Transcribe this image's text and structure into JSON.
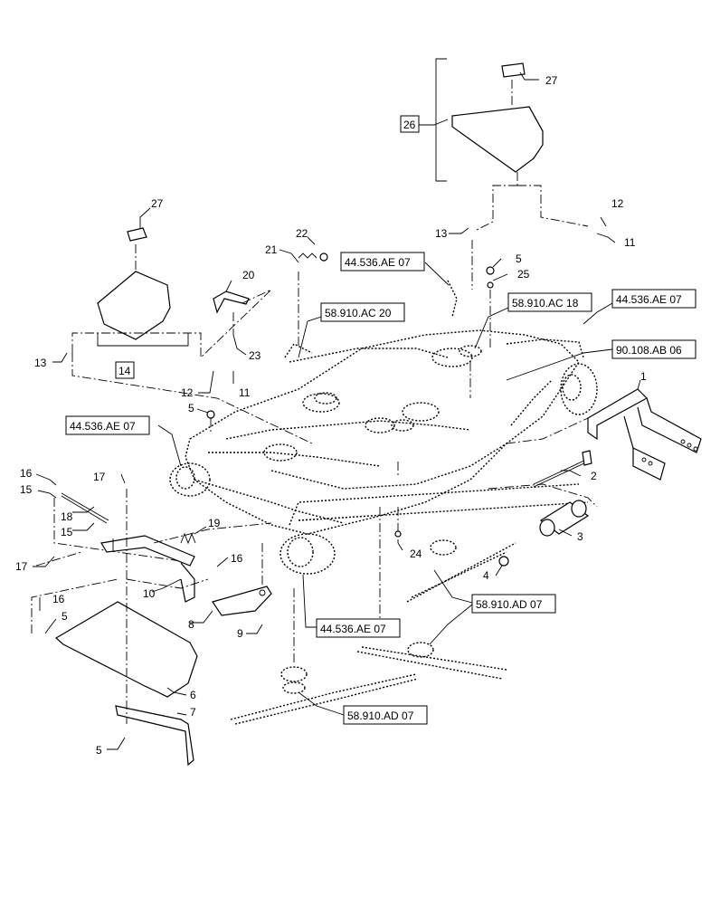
{
  "diagram": {
    "callouts": {
      "c1": "1",
      "c2": "2",
      "c3": "3",
      "c4": "4",
      "c5a": "5",
      "c5b": "5",
      "c5c": "5",
      "c5d": "5",
      "c6": "6",
      "c7": "7",
      "c8": "8",
      "c9": "9",
      "c10": "10",
      "c11a": "11",
      "c11b": "11",
      "c12a": "12",
      "c12b": "12",
      "c13a": "13",
      "c13b": "13",
      "c15a": "15",
      "c15b": "15",
      "c16a": "16",
      "c16b": "16",
      "c16c": "16",
      "c17a": "17",
      "c17b": "17",
      "c18": "18",
      "c19": "19",
      "c20": "20",
      "c21": "21",
      "c22": "22",
      "c23": "23",
      "c24": "24",
      "c25": "25",
      "c27a": "27",
      "c27b": "27"
    },
    "boxed_callouts": {
      "b14": "14",
      "b26": "26"
    },
    "reference_boxes": {
      "r1": "44.536.AE 07",
      "r2": "58.910.AC 18",
      "r3": "44.536.AE 07",
      "r4": "58.910.AC 20",
      "r5": "90.108.AB 06",
      "r6": "44.536.AE 07",
      "r7": "58.910.AD 07",
      "r8": "44.536.AE 07",
      "r9": "58.910.AD 07"
    }
  }
}
